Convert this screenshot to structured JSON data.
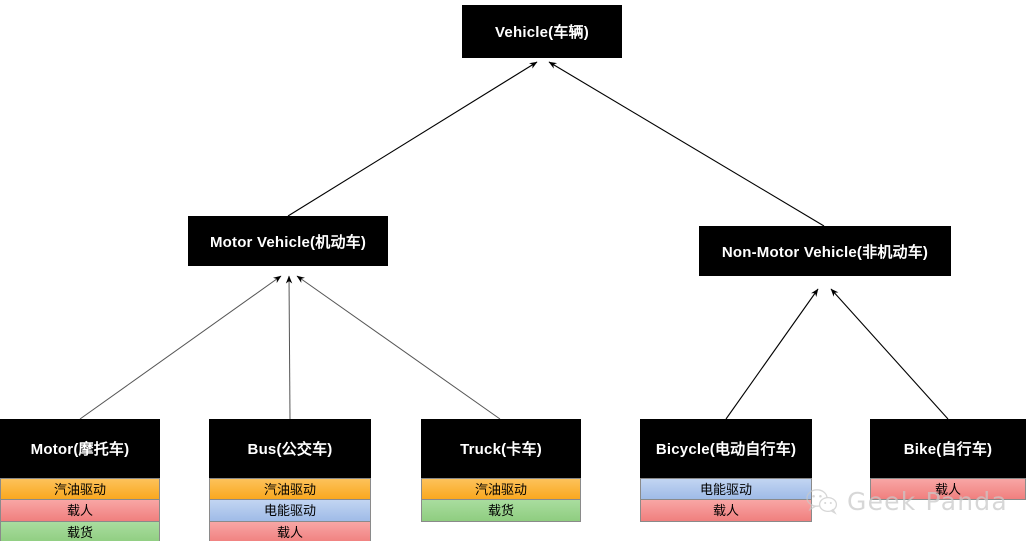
{
  "diagram": {
    "type": "uml-inheritance-hierarchy",
    "root": {
      "id": "vehicle",
      "title": "Vehicle(车辆)",
      "rows": []
    },
    "nodes": [
      {
        "id": "motor-vehicle",
        "title": "Motor Vehicle(机动车)",
        "parent": "vehicle",
        "rows": []
      },
      {
        "id": "non-motor-vehicle",
        "title": "Non-Motor Vehicle(非机动车)",
        "parent": "vehicle",
        "rows": []
      },
      {
        "id": "motor",
        "title": "Motor(摩托车)",
        "parent": "motor-vehicle",
        "rows": [
          {
            "label": "汽油驱动",
            "color": "#f9a81f",
            "style": "orange"
          },
          {
            "label": "载人",
            "color": "#f07f7e",
            "style": "pink"
          },
          {
            "label": "载货",
            "color": "#8fcd80",
            "style": "green"
          }
        ]
      },
      {
        "id": "bus",
        "title": "Bus(公交车)",
        "parent": "motor-vehicle",
        "rows": [
          {
            "label": "汽油驱动",
            "color": "#f9a81f",
            "style": "orange"
          },
          {
            "label": "电能驱动",
            "color": "#9fbbe7",
            "style": "blue"
          },
          {
            "label": "载人",
            "color": "#f07f7e",
            "style": "pink"
          }
        ]
      },
      {
        "id": "truck",
        "title": "Truck(卡车)",
        "parent": "motor-vehicle",
        "rows": [
          {
            "label": "汽油驱动",
            "color": "#f9a81f",
            "style": "orange"
          },
          {
            "label": "载货",
            "color": "#8fcd80",
            "style": "green"
          }
        ]
      },
      {
        "id": "bicycle",
        "title": "Bicycle(电动自行车)",
        "parent": "non-motor-vehicle",
        "rows": [
          {
            "label": "电能驱动",
            "color": "#9fbbe7",
            "style": "blue"
          },
          {
            "label": "载人",
            "color": "#f07f7e",
            "style": "pink"
          }
        ]
      },
      {
        "id": "bike",
        "title": "Bike(自行车)",
        "parent": "non-motor-vehicle",
        "rows": [
          {
            "label": "载人",
            "color": "#f07f7e",
            "style": "pink"
          }
        ]
      }
    ]
  },
  "watermark": {
    "text": "Geek Panda",
    "icon": "wechat-icon",
    "color": "#c9c9c9"
  },
  "palette": {
    "node_fill": "#000000",
    "node_text": "#ffffff",
    "edge": "#000000",
    "background": "#ffffff",
    "gasoline": "#f9a81f",
    "passenger": "#f07f7e",
    "cargo": "#8fcd80",
    "electric": "#9fbbe7"
  }
}
